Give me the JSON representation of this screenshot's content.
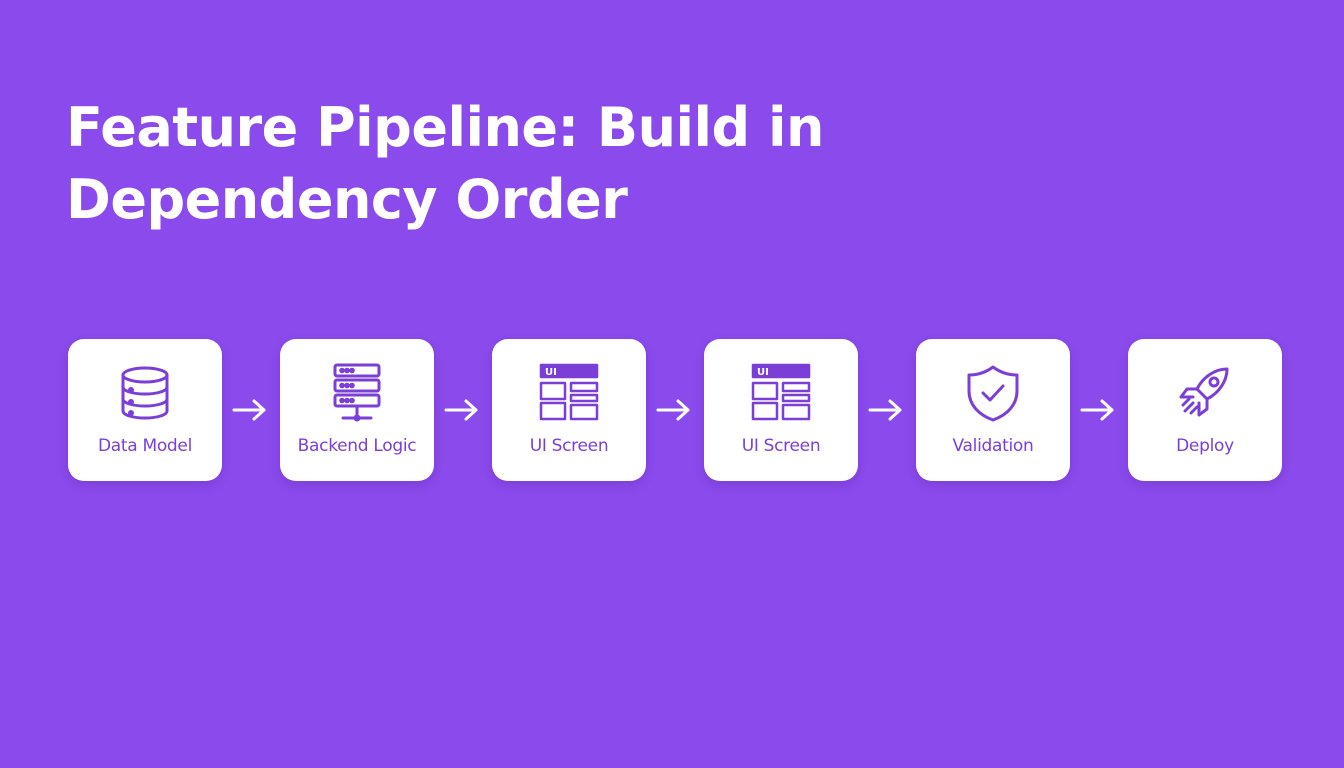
{
  "title": {
    "line1": "Feature Pipeline: Build in",
    "line2": "Dependency Order"
  },
  "steps": [
    {
      "label": "Data Model",
      "icon": "database-icon"
    },
    {
      "label": "Backend Logic",
      "icon": "server-icon"
    },
    {
      "label": "UI Screen",
      "icon": "ui-layout-icon",
      "icon_text": "UI"
    },
    {
      "label": "UI Screen",
      "icon": "ui-layout-icon",
      "icon_text": "UI"
    },
    {
      "label": "Validation",
      "icon": "shield-check-icon"
    },
    {
      "label": "Deploy",
      "icon": "rocket-icon"
    }
  ],
  "colors": {
    "background": "#8b4aec",
    "card": "#ffffff",
    "accent": "#7b3fd8",
    "text_light": "#ffffff"
  }
}
